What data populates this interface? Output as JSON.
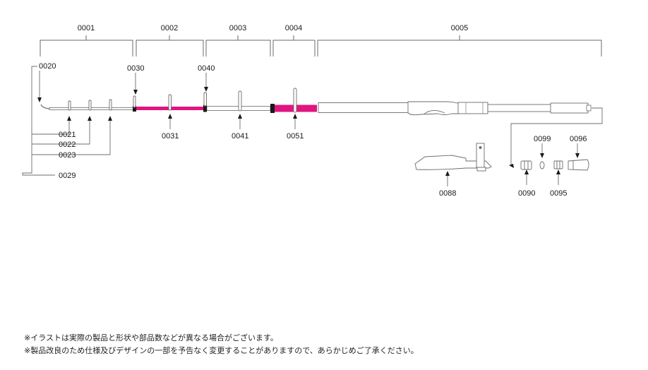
{
  "section_labels": {
    "s0001": "0001",
    "s0002": "0002",
    "s0003": "0003",
    "s0004": "0004",
    "s0005": "0005"
  },
  "part_labels": {
    "p0020": "0020",
    "p0021": "0021",
    "p0022": "0022",
    "p0023": "0023",
    "p0029": "0029",
    "p0030": "0030",
    "p0031": "0031",
    "p0040": "0040",
    "p0041": "0041",
    "p0051": "0051",
    "p0088": "0088",
    "p0090": "0090",
    "p0095": "0095",
    "p0096": "0096",
    "p0099": "0099"
  },
  "notes": {
    "line1": "※イラストは実際の製品と形状や部品数などが異なる場合がございます。",
    "line2": "※製品改良のため仕様及びデザインの一部を予告なく変更することがありますので、あらかじめご了承ください。"
  },
  "colors": {
    "accent": "#e0157f",
    "line": "#6b6b6b",
    "dark": "#1a1a1a"
  }
}
